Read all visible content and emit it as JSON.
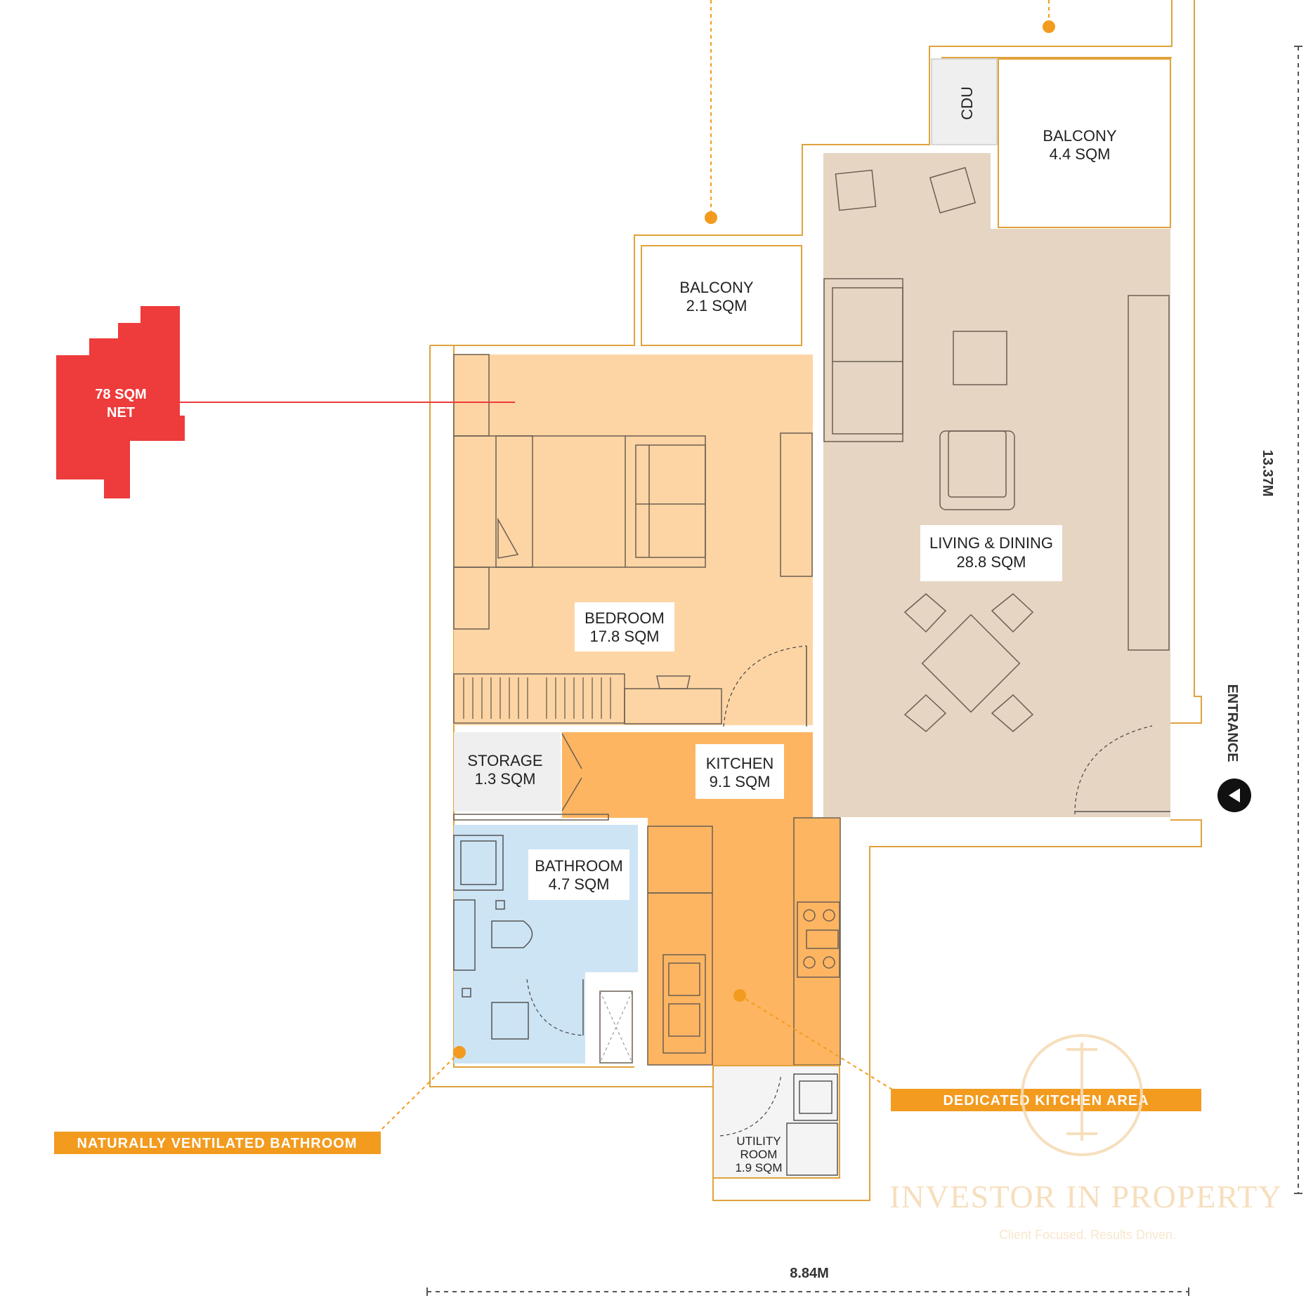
{
  "unit_badge": {
    "area": "78 SQM",
    "label": "NET",
    "color": "#ee3b3b"
  },
  "rooms": {
    "balcony_small": {
      "name": "BALCONY",
      "area": "2.1 SQM"
    },
    "balcony_large": {
      "name": "BALCONY",
      "area": "4.4 SQM"
    },
    "cdu": {
      "name": "CDU"
    },
    "bedroom": {
      "name": "BEDROOM",
      "area": "17.8 SQM"
    },
    "living_dining": {
      "name": "LIVING & DINING",
      "area": "28.8 SQM"
    },
    "storage": {
      "name": "STORAGE",
      "area": "1.3 SQM"
    },
    "kitchen": {
      "name": "KITCHEN",
      "area": "9.1 SQM"
    },
    "bathroom": {
      "name": "BATHROOM",
      "area": "4.7 SQM"
    },
    "utility": {
      "name": "UTILITY",
      "name2": "ROOM",
      "area": "1.9 SQM"
    }
  },
  "callouts": {
    "kitchen": "DEDICATED KITCHEN AREA",
    "bathroom": "NATURALLY VENTILATED BATHROOM"
  },
  "entrance": "ENTRANCE",
  "dimensions": {
    "width": "8.84M",
    "depth": "13.37M"
  },
  "watermark": {
    "title": "INVESTOR IN PROPERTY",
    "tagline": "Client Focused. Results Driven."
  },
  "colors": {
    "bedroom": "#fdd5a4",
    "living": "#e6d5c2",
    "kitchen": "#fdb562",
    "bathroom": "#cde4f5",
    "storage": "#efefef",
    "accent": "#f29b1f",
    "wall": "#e0a23c"
  }
}
